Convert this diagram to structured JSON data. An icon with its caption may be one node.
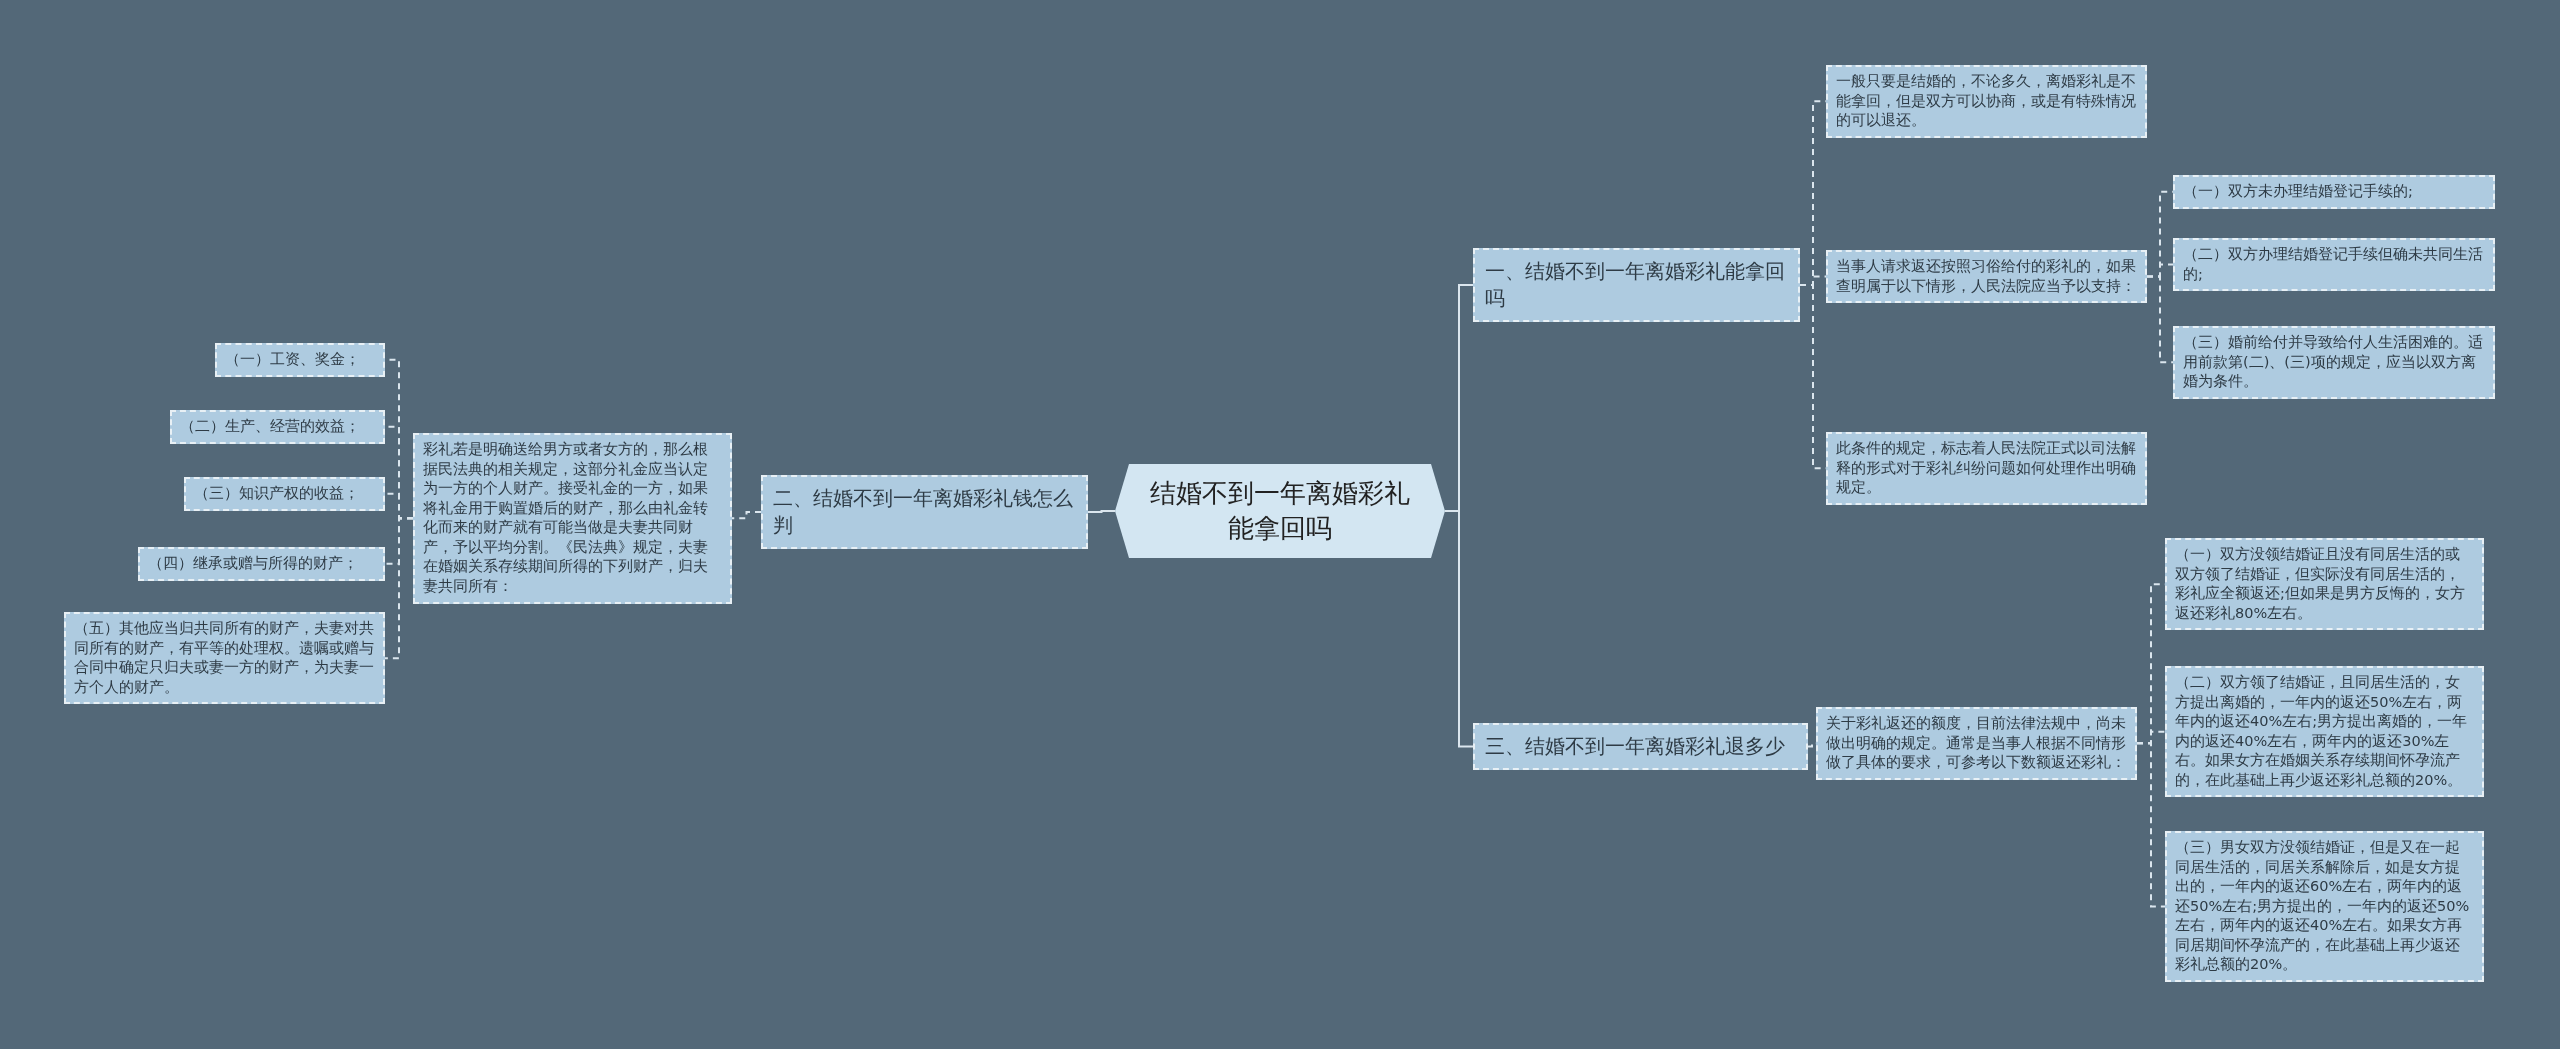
{
  "diagram": {
    "nodes": [
      {
        "text": [
          "结婚不到一年离婚彩礼能拿回吗"
        ]
      },
      {
        "text": [
          "一、结婚不到一年离婚彩礼能拿回吗"
        ]
      },
      {
        "text": [
          "一般只要是结婚的，不论多久，离婚彩礼是不能拿回，但是双方可以协商，或是有特殊情况的可以退还。"
        ]
      },
      {
        "text": [
          "当事人请求返还按照习俗给付的彩礼的，如果查明属于以下情形，人民法院应当予以支持："
        ]
      },
      {
        "text": [
          "（一）双方未办理结婚登记手续的;"
        ]
      },
      {
        "text": [
          "（二）双方办理结婚登记手续但确未共同生活的;"
        ]
      },
      {
        "text": [
          "（三）婚前给付并导致给付人生活困难的。适用前款第(二)、(三)项的规定，应当以双方离婚为条件。"
        ]
      },
      {
        "text": [
          "此条件的规定，标志着人民法院正式以司法解释的形式对于彩礼纠纷问题如何处理作出明确规定。"
        ]
      },
      {
        "text": [
          "三、结婚不到一年离婚彩礼退多少"
        ]
      },
      {
        "text": [
          "关于彩礼返还的额度，目前法律法规中，尚未做出明确的规定。通常是当事人根据不同情形做了具体的要求，可参考以下数额返还彩礼："
        ]
      },
      {
        "text": [
          "（一）双方没领结婚证且没有同居生活的或双方领了结婚证，但实际没有同居生活的，彩礼应全额返还;但如果是男方反悔的，女方返还彩礼80%左右。"
        ]
      },
      {
        "text": [
          "（二）双方领了结婚证，且同居生活的，女方提出离婚的，一年内的返还50%左右，两年内的返还40%左右;男方提出离婚的，一年内的返还40%左右，两年内的返还30%左右。如果女方在婚姻关系存续期间怀孕流产的，在此基础上再少返还彩礼总额的20%。"
        ]
      },
      {
        "text": [
          "（三）男女双方没领结婚证，但是又在一起同居生活的，同居关系解除后，如是女方提出的，一年内的返还60%左右，两年内的返还50%左右;男方提出的，一年内的返还50%左右，两年内的返还40%左右。如果女方再同居期间怀孕流产的，在此基础上再少返还彩礼总额的20%。"
        ]
      },
      {
        "text": [
          "二、结婚不到一年离婚彩礼钱怎么判"
        ]
      },
      {
        "text": [
          "彩礼若是明确送给男方或者女方的，那么根据民法典的相关规定，这部分礼金应当认定为一方的个人财产。接受礼金的一方，如果将礼金用于购置婚后的财产，那么由礼金转化而来的财产就有可能当做是夫妻共同财产，予以平均分割。《民法典》规定，夫妻在婚姻关系存续期间所得的下列财产，归夫妻共同所有："
        ]
      },
      {
        "text": [
          "（一）工资、奖金；"
        ]
      },
      {
        "text": [
          "（二）生产、经营的效益；"
        ]
      },
      {
        "text": [
          "（三）知识产权的收益；"
        ]
      },
      {
        "text": [
          "（四）继承或赠与所得的财产；"
        ]
      },
      {
        "text": [
          "（五）其他应当归共同所有的财产，夫妻对共同所有的财产，有平等的处理权。遗嘱或赠与合同中确定只归夫或妻一方的财产，为夫妻一方个人的财产。"
        ]
      }
    ],
    "edges": [
      {
        "from": 0,
        "to": 1,
        "arrow": "none"
      },
      {
        "from": 1,
        "to": 2,
        "arrow": "none",
        "style": "dashed"
      },
      {
        "from": 1,
        "to": 3,
        "arrow": "none",
        "style": "dashed"
      },
      {
        "from": 3,
        "to": 4,
        "arrow": "none",
        "style": "dashed"
      },
      {
        "from": 3,
        "to": 5,
        "arrow": "none",
        "style": "dashed"
      },
      {
        "from": 3,
        "to": 6,
        "arrow": "none",
        "style": "dashed"
      },
      {
        "from": 1,
        "to": 7,
        "arrow": "none",
        "style": "dashed"
      },
      {
        "from": 0,
        "to": 8,
        "arrow": "none"
      },
      {
        "from": 8,
        "to": 9,
        "arrow": "none",
        "style": "dashed"
      },
      {
        "from": 9,
        "to": 10,
        "arrow": "none",
        "style": "dashed"
      },
      {
        "from": 9,
        "to": 11,
        "arrow": "none",
        "style": "dashed"
      },
      {
        "from": 9,
        "to": 12,
        "arrow": "none",
        "style": "dashed"
      },
      {
        "from": 0,
        "to": 13,
        "arrow": "none"
      },
      {
        "from": 13,
        "to": 14,
        "arrow": "none",
        "style": "dashed"
      },
      {
        "from": 14,
        "to": 15,
        "arrow": "none",
        "style": "dashed"
      },
      {
        "from": 14,
        "to": 16,
        "arrow": "none",
        "style": "dashed"
      },
      {
        "from": 14,
        "to": 17,
        "arrow": "none",
        "style": "dashed"
      },
      {
        "from": 14,
        "to": 18,
        "arrow": "none",
        "style": "dashed"
      },
      {
        "from": 14,
        "to": 19,
        "arrow": "none",
        "style": "dashed"
      }
    ]
  }
}
